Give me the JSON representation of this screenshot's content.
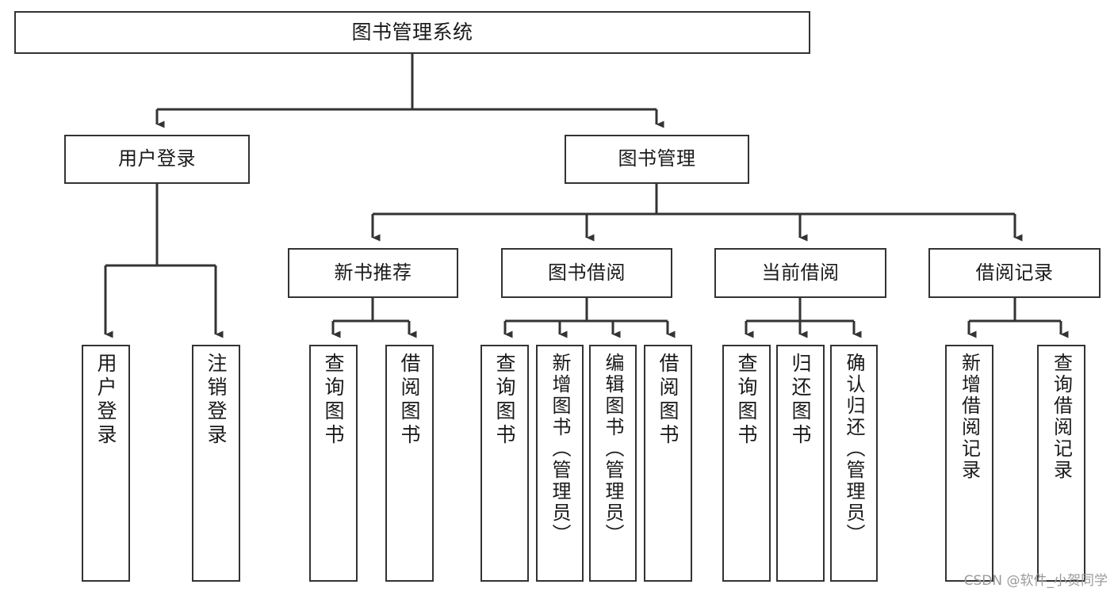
{
  "diagram": {
    "title": "图书管理系统",
    "type": "tree-hierarchy-chart",
    "orientation": "top-down",
    "line_color": "#333333",
    "box_fill": "#ffffff",
    "text_color": "#1a1a1a",
    "watermark": "CSDN @软件_小贺同学"
  },
  "nodes": {
    "root": {
      "label": "图书管理系统"
    },
    "level2": [
      {
        "label": "用户登录"
      },
      {
        "label": "图书管理"
      }
    ],
    "level3": [
      {
        "label": "新书推荐"
      },
      {
        "label": "图书借阅"
      },
      {
        "label": "当前借阅"
      },
      {
        "label": "借阅记录"
      }
    ],
    "leaves": {
      "user_login": [
        {
          "label": "用户登录"
        },
        {
          "label": "注销登录"
        }
      ],
      "new_book_recommend": [
        {
          "label": "查询图书"
        },
        {
          "label": "借阅图书"
        }
      ],
      "book_borrow": [
        {
          "label": "查询图书"
        },
        {
          "label": "新增图书（管理员）"
        },
        {
          "label": "编辑图书（管理员）"
        },
        {
          "label": "借阅图书"
        }
      ],
      "current_borrow": [
        {
          "label": "查询图书"
        },
        {
          "label": "归还图书"
        },
        {
          "label": "确认归还（管理员）"
        }
      ],
      "borrow_record": [
        {
          "label": "新增借阅记录"
        },
        {
          "label": "查询借阅记录"
        }
      ]
    }
  }
}
